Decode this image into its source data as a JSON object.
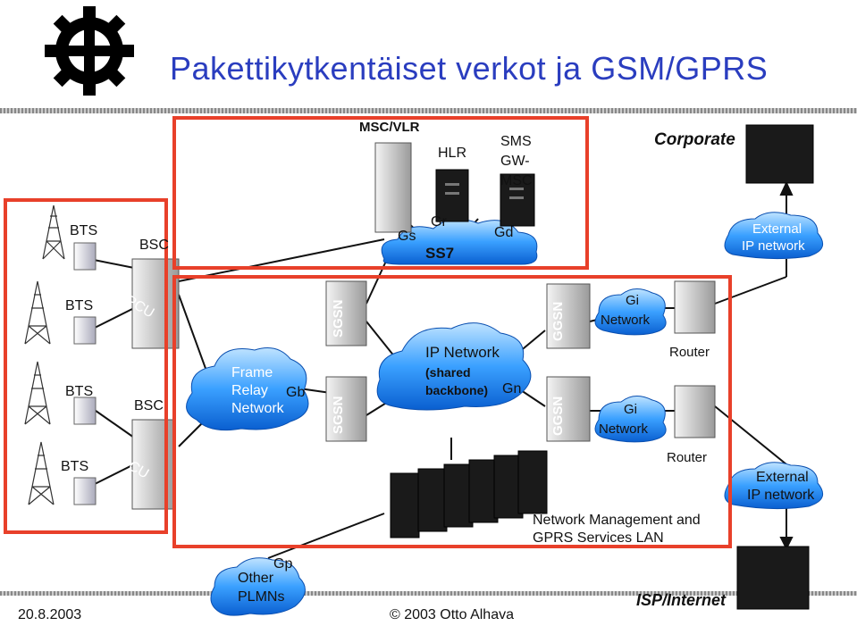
{
  "title": "Pakettikytkentäiset verkot ja GSM/GPRS",
  "footer": {
    "date": "20.8.2003",
    "copyright": "© 2003 Otto Alhava"
  },
  "labels": {
    "msc_vlr": "MSC/VLR",
    "hlr": "HLR",
    "sms1": "SMS",
    "sms2": "GW-",
    "sms3": "MSC",
    "corporate": "Corporate",
    "ext_ip_top1": "External",
    "ext_ip_top2": "IP network",
    "bts1": "BTS",
    "bts2": "BTS",
    "bts3": "BTS",
    "bts4": "BTS",
    "bsc1": "BSC",
    "bsc2": "BSC",
    "pcu1": "PCU",
    "pcu2": "PCU",
    "gs": "Gs",
    "gr": "Gr",
    "gd": "Gd",
    "ss7": "SS7",
    "sgsn1": "SGSN",
    "sgsn2": "SGSN",
    "ggsn1": "GGSN",
    "ggsn2": "GGSN",
    "fr1": "Frame",
    "fr2": "Relay",
    "fr3": "Network",
    "gb": "Gb",
    "ip1": "IP Network",
    "ip2": "(shared",
    "ip3": "backbone)",
    "gn": "Gn",
    "gi1a": "Gi",
    "gi1b": "Network",
    "gi2a": "Gi",
    "gi2b": "Network",
    "router1": "Router",
    "router2": "Router",
    "ext_ip_bot1": "External",
    "ext_ip_bot2": "IP network",
    "nm1": "Network Management and",
    "nm2": "GPRS Services LAN",
    "gp": "Gp",
    "other1": "Other",
    "other2": "PLMNs",
    "isp": "ISP/Internet"
  },
  "colors": {
    "title": "#2a3dbf",
    "highlight_box": "#e8402a",
    "cloud": "#1e90ff",
    "server": "#1a1a1a"
  }
}
